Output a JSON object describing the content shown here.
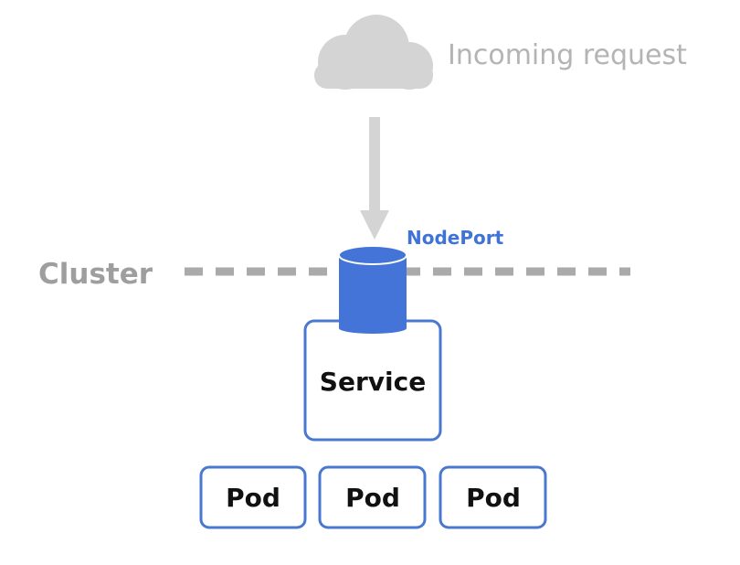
{
  "incoming_label": "Incoming request",
  "cluster_label": "Cluster",
  "nodeport_label": "NodePort",
  "service_label": "Service",
  "pods": [
    {
      "label": "Pod"
    },
    {
      "label": "Pod"
    },
    {
      "label": "Pod"
    }
  ],
  "icons": {
    "cloud": "cloud-icon",
    "arrow": "arrow-down-icon",
    "nodeport": "cylinder-icon"
  },
  "colors": {
    "accent_blue": "#4474d8",
    "box_border": "#4a78d0",
    "muted_gray": "#b4b4b4",
    "dashed_line": "#aaaaaa",
    "cloud_gray": "#d4d4d4"
  }
}
